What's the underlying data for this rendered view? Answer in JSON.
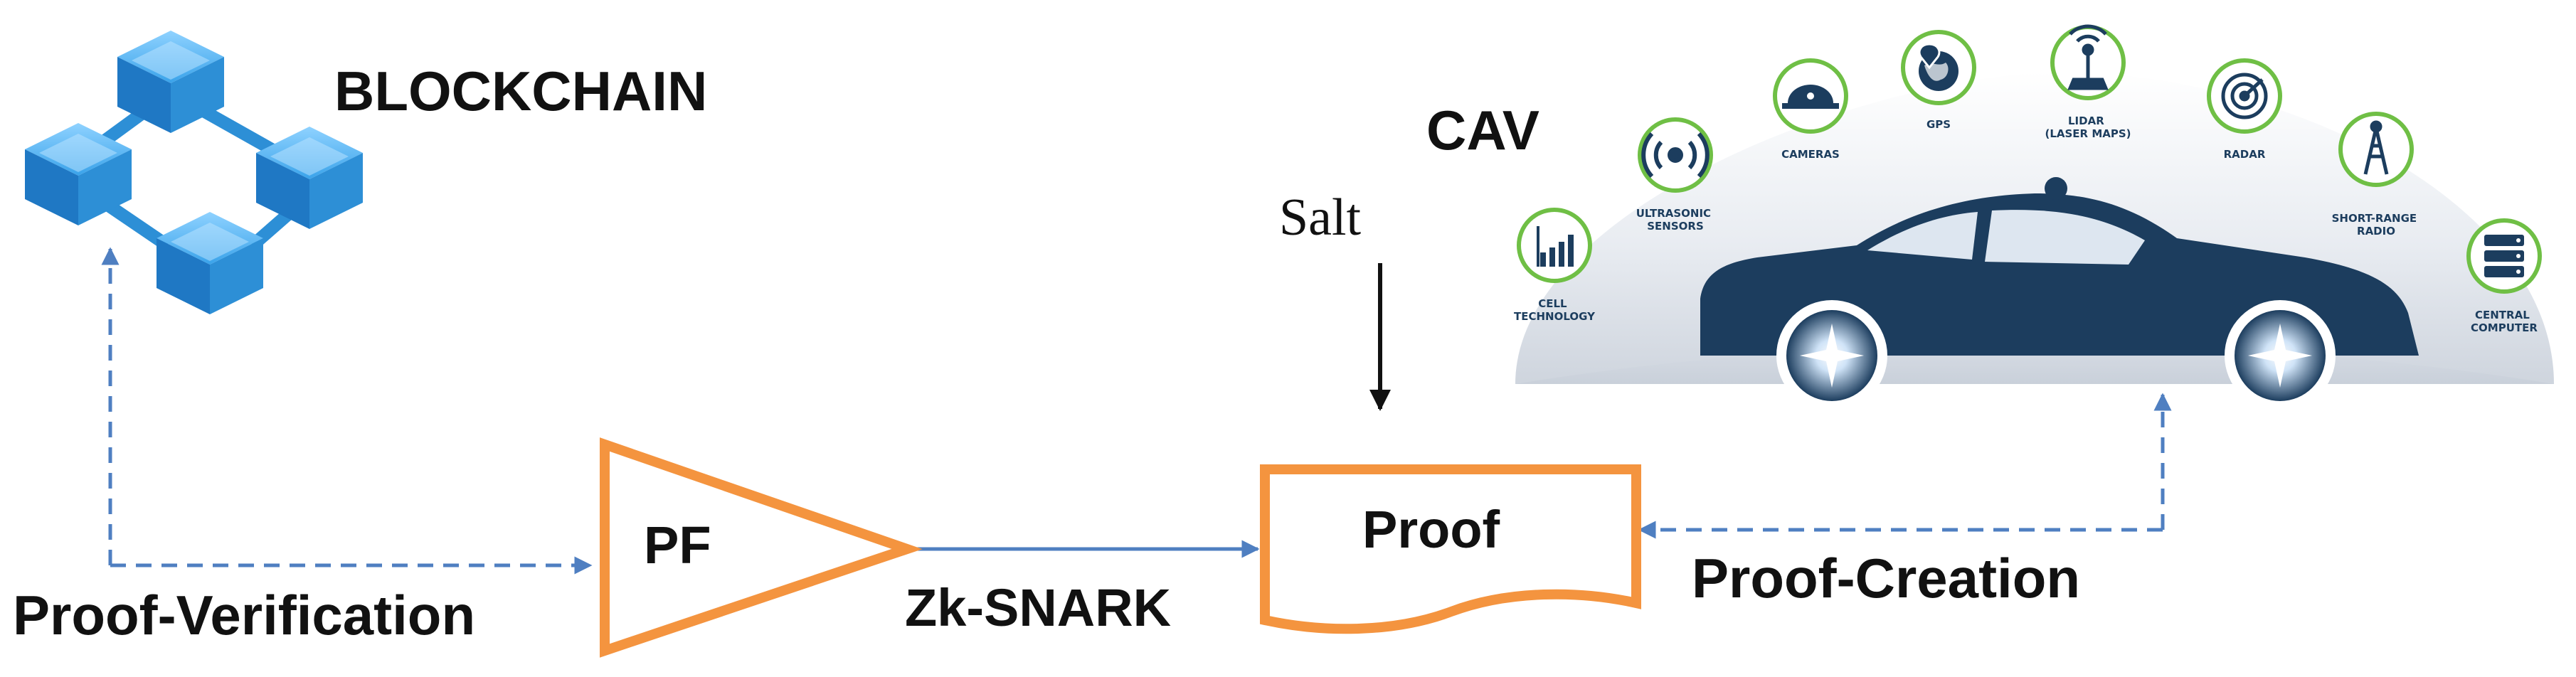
{
  "labels": {
    "blockchain": "BLOCKCHAIN",
    "cav": "CAV",
    "salt": "Salt",
    "pf": "PF",
    "proof": "Proof",
    "zk_snark": "Zk-SNARK",
    "proof_verification": "Proof-Verification",
    "proof_creation": "Proof-Creation"
  },
  "sensors": {
    "cell": [
      "CELL",
      "TECHNOLOGY"
    ],
    "ultrasonic": [
      "ULTRASONIC",
      "SENSORS"
    ],
    "cameras": [
      "CAMERAS"
    ],
    "gps": [
      "GPS"
    ],
    "lidar": [
      "LIDAR",
      "(LASER MAPS)"
    ],
    "radar": [
      "RADAR"
    ],
    "short_range": [
      "SHORT-RANGE",
      "RADIO"
    ],
    "central": [
      "CENTRAL",
      "COMPUTER"
    ]
  },
  "icons": {
    "blockchain": "blockchain-cubes-icon",
    "car": "car-icon",
    "cell": "cell-signal-icon",
    "ultrasonic": "ultrasonic-waves-icon",
    "cameras": "camera-dome-icon",
    "gps": "globe-pin-icon",
    "lidar": "lidar-icon",
    "radar": "radar-icon",
    "short_range": "radio-tower-icon",
    "central": "server-icon"
  },
  "colors": {
    "arrow_blue": "#4f7fc1",
    "shape_orange": "#f4943f",
    "cube_blue": "#2d8fd6",
    "car_navy": "#1c3d5e",
    "sensor_ring": "#6fbf45",
    "arc_gray": "#d6dbe3"
  }
}
